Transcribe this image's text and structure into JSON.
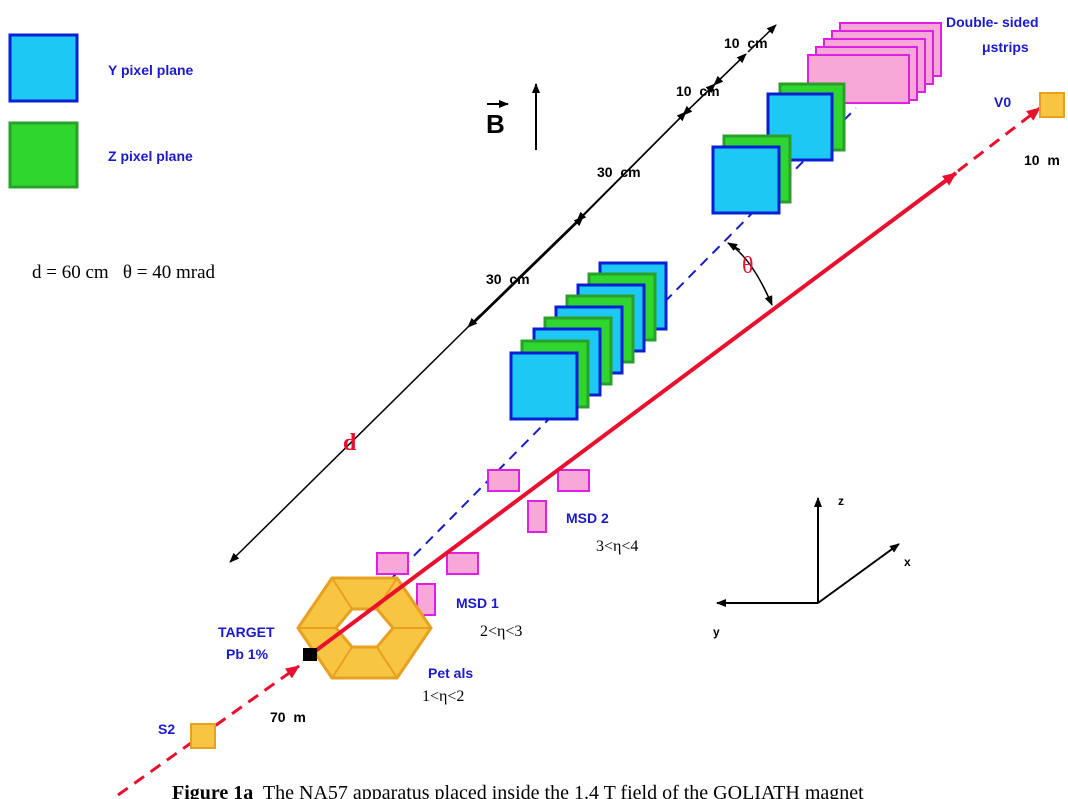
{
  "legend": {
    "y_plane": "Y pixel plane",
    "z_plane": "Z pixel plane"
  },
  "params": "d = 60 cm   θ = 40 mrad",
  "field_label": "B",
  "distances": {
    "top_10cm_a": "10  cm",
    "top_10cm_b": "10  cm",
    "upper_30cm": "30  cm",
    "lower_30cm": "30  cm",
    "d_label": "d"
  },
  "strips": {
    "line1": "Double- sided",
    "line2": "μstrips"
  },
  "v0": {
    "label": "V0",
    "dist": "10  m"
  },
  "theta": "θ",
  "msd2": {
    "label": "MSD 2",
    "range": "3<η<4"
  },
  "msd1": {
    "label": "MSD 1",
    "range": "2<η<3"
  },
  "petals": {
    "label": "Pet als",
    "range": "1<η<2"
  },
  "target": {
    "line1": "TARGET",
    "line2": "Pb 1%"
  },
  "s2": {
    "label": "S2",
    "dist": "70  m"
  },
  "axes": {
    "z": "z",
    "x": "x",
    "y": "y"
  },
  "caption": {
    "bold": "Figure 1a",
    "text": "  The NA57 apparatus placed inside the 1.4 T field of the GOLIATH magnet"
  },
  "colors": {
    "y_plane": "#1ec8f5",
    "z_plane": "#2ed62e",
    "plane_border": "#0a1fd4",
    "strip_fill": "#f7a8d8",
    "strip_border": "#e020e0",
    "beam": "#e8102e",
    "petal_fill": "#f7c542",
    "petal_border": "#e8a020",
    "label_blue": "#1a1acc"
  }
}
